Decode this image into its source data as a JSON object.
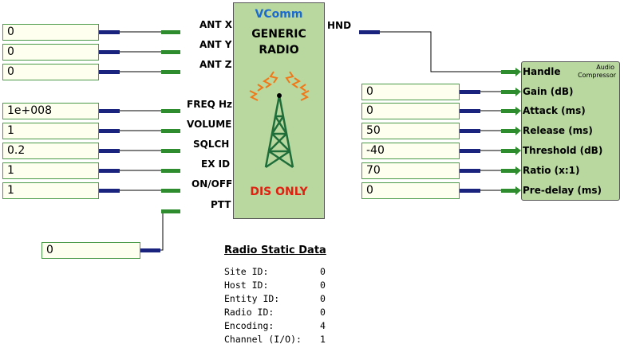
{
  "radio_block": {
    "brand": "VComm",
    "title_line1": "GENERIC",
    "title_line2": "RADIO",
    "footer": "DIS ONLY",
    "brand_color": "#1a6ad0",
    "footer_color": "#e02010"
  },
  "radio_inputs": [
    {
      "label": "ANT X",
      "value": "0"
    },
    {
      "label": "ANT Y",
      "value": "0"
    },
    {
      "label": "ANT Z",
      "value": "0"
    },
    {
      "label": "FREQ Hz",
      "value": "1e+008"
    },
    {
      "label": "VOLUME",
      "value": "1"
    },
    {
      "label": "SQLCH",
      "value": "0.2"
    },
    {
      "label": "EX  ID",
      "value": "1"
    },
    {
      "label": "ON/OFF",
      "value": "1"
    },
    {
      "label": "PTT",
      "value": "0"
    }
  ],
  "radio_output": {
    "label": "HND"
  },
  "compressor_block": {
    "title_line1": "Audio",
    "title_line2": "Compressor",
    "handle_label": "Handle",
    "inputs": [
      {
        "label": "Gain (dB)",
        "value": "0"
      },
      {
        "label": "Attack (ms)",
        "value": "0"
      },
      {
        "label": "Release (ms)",
        "value": "50"
      },
      {
        "label": "Threshold (dB)",
        "value": "-40"
      },
      {
        "label": "Ratio (x:1)",
        "value": "70"
      },
      {
        "label": "Pre-delay (ms)",
        "value": "0"
      }
    ]
  },
  "static_data": {
    "title": "Radio Static Data",
    "rows": [
      {
        "key": "Site ID:",
        "value": "0"
      },
      {
        "key": "Host ID:",
        "value": "0"
      },
      {
        "key": "Entity ID:",
        "value": "0"
      },
      {
        "key": "Radio ID:",
        "value": "0"
      },
      {
        "key": "Encoding:",
        "value": "4"
      },
      {
        "key": "Channel (I/O):",
        "value": "1"
      }
    ]
  },
  "colors": {
    "wire": "#000000",
    "port_out": "#1a237e",
    "port_in": "#2e8b2e",
    "block_fill": "#b8d8a0",
    "field_fill": "#fffff0"
  }
}
